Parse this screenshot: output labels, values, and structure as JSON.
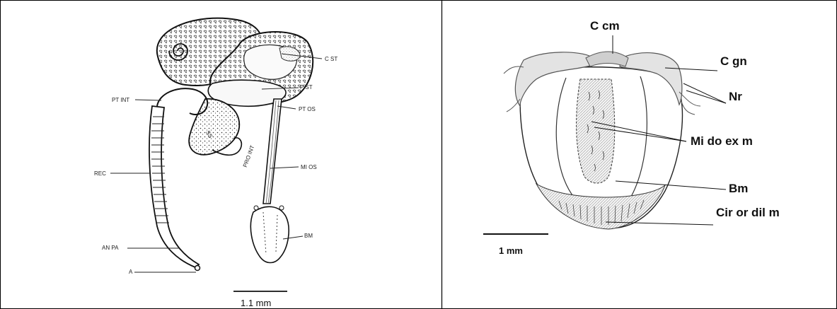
{
  "panel_a": {
    "labels": {
      "c_st": "C ST",
      "pt_int": "PT INT",
      "p_st": "P ST",
      "pt_os": "PT OS",
      "ss": "SS",
      "pro_int": "PRO INT",
      "rec": "REC",
      "mi_os": "MI OS",
      "bm": "BM",
      "an_pa": "AN PA",
      "a": "A"
    },
    "scale_bar": "1.1 mm"
  },
  "panel_b": {
    "labels": {
      "c_cm": "C cm",
      "c_gn": "C gn",
      "nr": "Nr",
      "mi_do_ex_m": "Mi do ex m",
      "bm": "Bm",
      "cir_or_dil_m": "Cir or dil m"
    },
    "scale_bar": "1 mm"
  }
}
